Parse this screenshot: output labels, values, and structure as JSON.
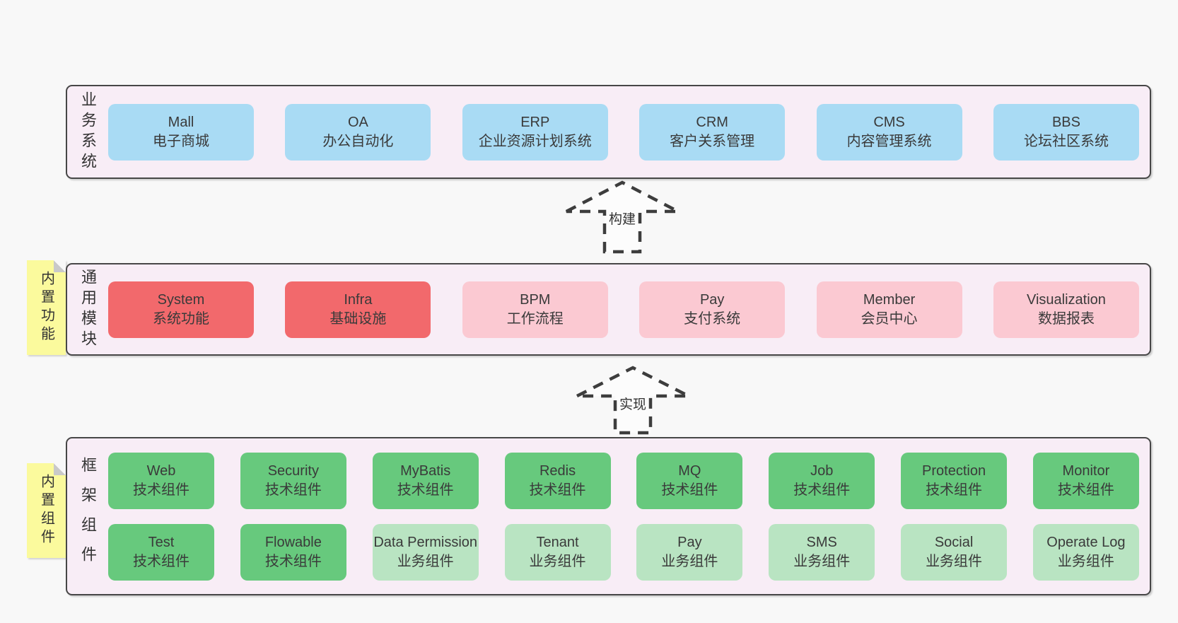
{
  "colors": {
    "page-bg": "#f8f8f8",
    "band-bg": "#f8edf6",
    "band-border": "#474747",
    "blue": "#a9dbf4",
    "red": "#f2696c",
    "pink": "#fbc9d2",
    "green": "#67c97d",
    "light-green": "#b9e4c2",
    "note-yellow": "#fbfa9d",
    "text": "#3a3a3a"
  },
  "bands": [
    {
      "label": "业务系统",
      "boxes": [
        {
          "name": "Mall",
          "desc": "电子商城"
        },
        {
          "name": "OA",
          "desc": "办公自动化"
        },
        {
          "name": "ERP",
          "desc": "企业资源计划系统"
        },
        {
          "name": "CRM",
          "desc": "客户关系管理"
        },
        {
          "name": "CMS",
          "desc": "内容管理系统"
        },
        {
          "name": "BBS",
          "desc": "论坛社区系统"
        }
      ]
    },
    {
      "label": "通用模块",
      "note": "内置功能",
      "boxes": [
        {
          "name": "System",
          "desc": "系统功能"
        },
        {
          "name": "Infra",
          "desc": "基础设施"
        },
        {
          "name": "BPM",
          "desc": "工作流程"
        },
        {
          "name": "Pay",
          "desc": "支付系统"
        },
        {
          "name": "Member",
          "desc": "会员中心"
        },
        {
          "name": "Visualization",
          "desc": "数据报表"
        }
      ]
    },
    {
      "label": "框架组件",
      "note": "内置组件",
      "rows": [
        [
          {
            "name": "Web",
            "desc": "技术组件"
          },
          {
            "name": "Security",
            "desc": "技术组件"
          },
          {
            "name": "MyBatis",
            "desc": "技术组件"
          },
          {
            "name": "Redis",
            "desc": "技术组件"
          },
          {
            "name": "MQ",
            "desc": "技术组件"
          },
          {
            "name": "Job",
            "desc": "技术组件"
          },
          {
            "name": "Protection",
            "desc": "技术组件"
          },
          {
            "name": "Monitor",
            "desc": "技术组件"
          }
        ],
        [
          {
            "name": "Test",
            "desc": "技术组件"
          },
          {
            "name": "Flowable",
            "desc": "技术组件"
          },
          {
            "name": "Data Permission",
            "desc": "业务组件"
          },
          {
            "name": "Tenant",
            "desc": "业务组件"
          },
          {
            "name": "Pay",
            "desc": "业务组件"
          },
          {
            "name": "SMS",
            "desc": "业务组件"
          },
          {
            "name": "Social",
            "desc": "业务组件"
          },
          {
            "name": "Operate Log",
            "desc": "业务组件"
          }
        ]
      ]
    }
  ],
  "arrows": [
    {
      "label": "构建"
    },
    {
      "label": "实现"
    }
  ]
}
